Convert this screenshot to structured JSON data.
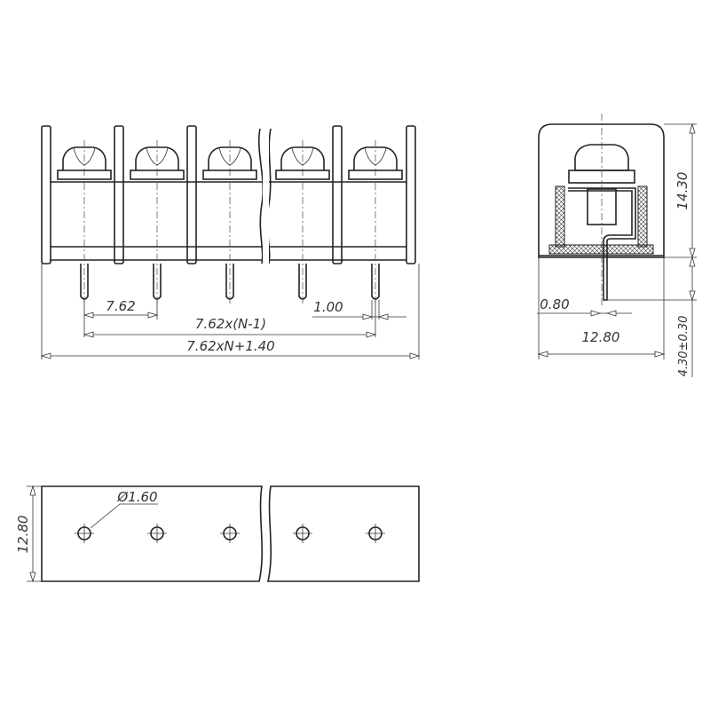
{
  "drawing": {
    "title": "Barrier terminal block, pitch 7.62 mm",
    "front_view": {
      "pitch_label": "7.62",
      "pin_width_label": "1.00",
      "span_label": "7.62x(N-1)",
      "overall_length_label": "7.62xN+1.40",
      "poles_shown": 5
    },
    "side_view": {
      "height_label": "14.30",
      "pin_length_label": "4.30±0.30",
      "pin_thickness_label": "0.80",
      "depth_label": "12.80"
    },
    "bottom_view": {
      "hole_diameter_label": "Ø1.60",
      "depth_label": "12.80",
      "holes_shown": 5
    },
    "colors": {
      "line": "#222222",
      "background": "#ffffff"
    }
  }
}
